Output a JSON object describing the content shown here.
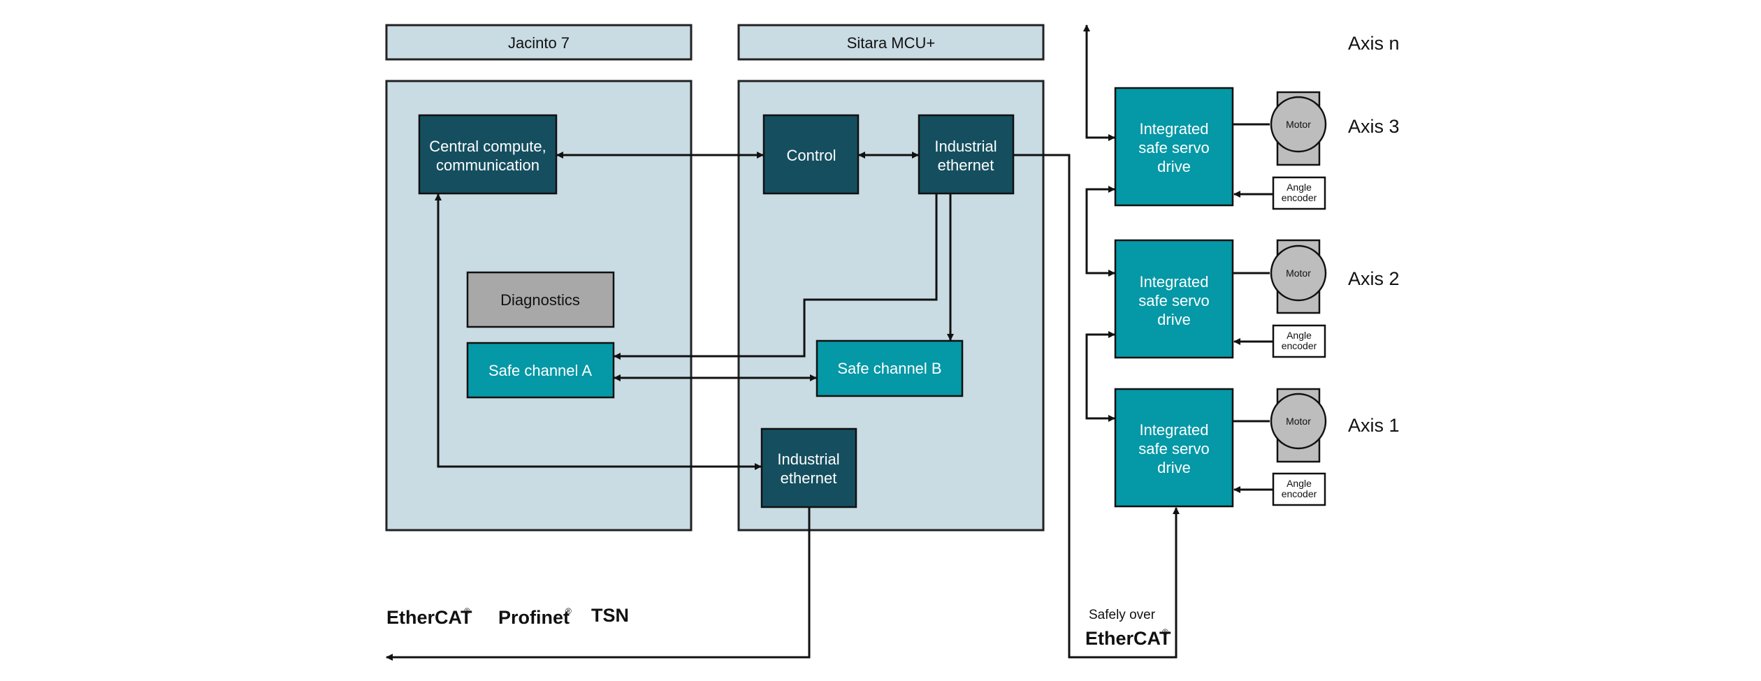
{
  "headers": {
    "jacinto": "Jacinto 7",
    "sitara": "Sitara MCU+"
  },
  "blocks": {
    "central": [
      "Central compute,",
      "communication"
    ],
    "control": "Control",
    "ind_eth_top": [
      "Industrial",
      "ethernet"
    ],
    "diagnostics": "Diagnostics",
    "safe_a": "Safe channel A",
    "safe_b": "Safe channel B",
    "ind_eth_bottom": [
      "Industrial",
      "ethernet"
    ]
  },
  "drive": [
    "Integrated",
    "safe servo",
    "drive"
  ],
  "motor": "Motor",
  "encoder": [
    "Angle",
    "encoder"
  ],
  "axes": {
    "n": "Axis n",
    "a3": "Axis 3",
    "a2": "Axis 2",
    "a1": "Axis 1"
  },
  "protocols": {
    "ethercat": "EtherCAT",
    "profinet": "Profinet",
    "tsn": "TSN",
    "reg": "®"
  },
  "safely_over": {
    "line1": "Safely over",
    "line2": "EtherCAT",
    "reg": "®"
  }
}
